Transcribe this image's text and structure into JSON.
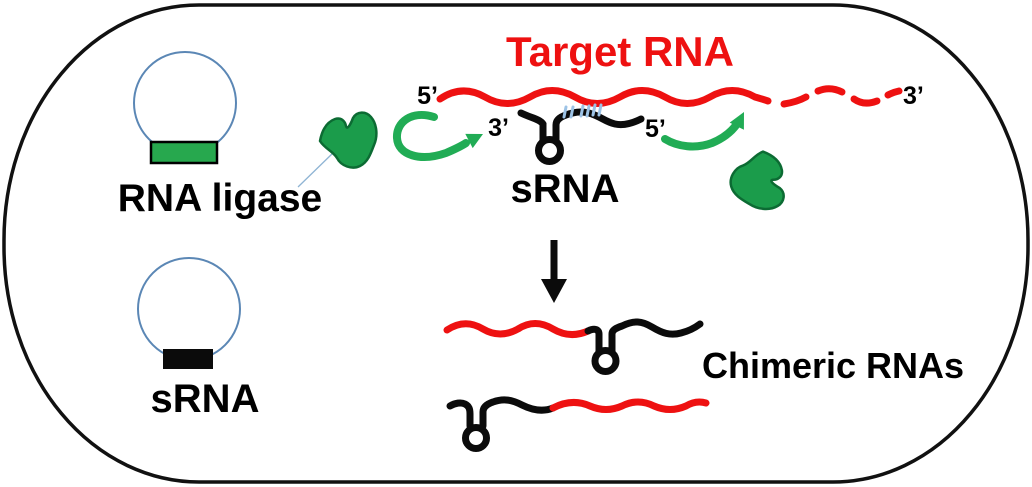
{
  "diagram": {
    "title": {
      "text": "Target RNA"
    },
    "plasmids": [
      {
        "label": "RNA ligase"
      },
      {
        "label": "sRNA"
      }
    ],
    "srna": {
      "label": "sRNA",
      "end_left": "3’",
      "end_right": "5’"
    },
    "target": {
      "end_left": "5’",
      "end_right": "3’"
    },
    "product": {
      "label": "Chimeric RNAs"
    },
    "colors": {
      "target_red": "#EE1111",
      "molecule_black": "#0B0B0B",
      "plasmid_blue": "#5B87B5",
      "basepair_blue": "#9DC3E6",
      "enzyme_green_fill": "#1B9C4B",
      "enzyme_green_stroke": "#0C6B33",
      "arrow_green": "#21AC55",
      "insert_green": "#27A84E",
      "connector_blue": "#8FB4D4",
      "outline_black": "#111111"
    }
  }
}
